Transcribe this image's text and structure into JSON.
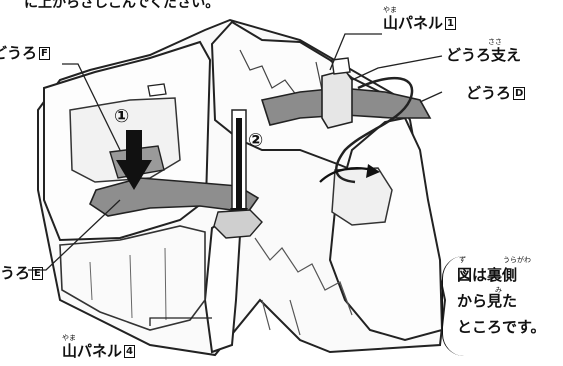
{
  "instruction_top": "に上からさしこんでください。",
  "labels": {
    "mountain_panel_1": {
      "ruby": "やま",
      "text": "山パネル",
      "num": "1"
    },
    "road_support": {
      "ruby": "ささ",
      "text": "どうろ支え"
    },
    "road_d": {
      "text": "どうろ",
      "letter": "D"
    },
    "road_f": {
      "text": "どうろ",
      "letter": "F"
    },
    "road_e": {
      "text": "うろ",
      "letter": "E"
    },
    "mountain_panel_4": {
      "ruby": "やま",
      "text": "山パネル",
      "num": "4"
    }
  },
  "steps": {
    "step1": "①",
    "step2": "②"
  },
  "note": {
    "line1": "図は裏側",
    "line2": "から見た",
    "line3": "ところです。",
    "furigana": {
      "zu": "ず",
      "uragawa": "うらがわ",
      "mi": "み"
    }
  }
}
